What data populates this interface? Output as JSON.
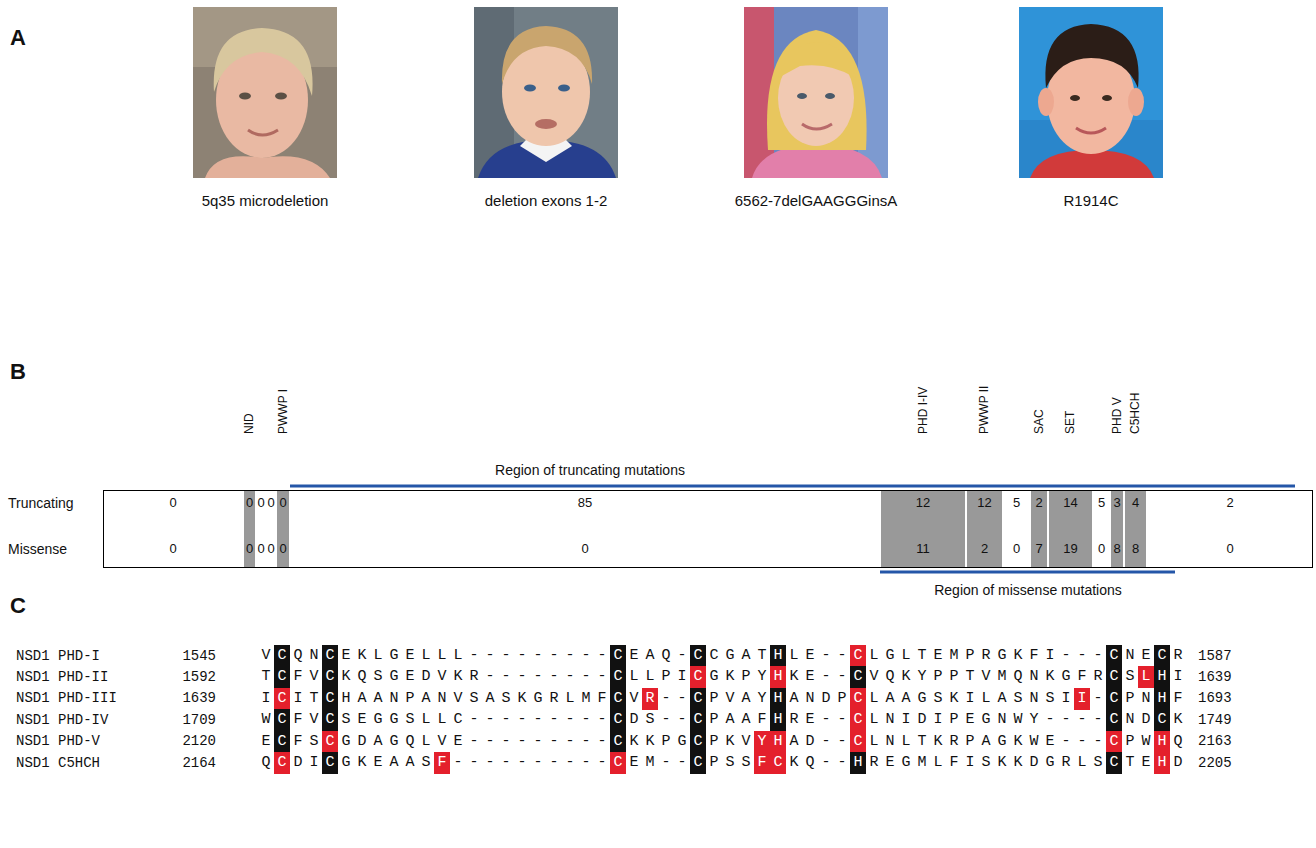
{
  "diagram": {
    "labels": [
      "A",
      "5q35 microdeletion",
      "deletion exons 1-2",
      "6562-7delGAAGGGinsA",
      "R1914C",
      "B",
      "NID",
      "PWWP I",
      "PHD I-IV",
      "PWWP II",
      "SAC",
      "SET",
      "PHD V",
      "C5HCH",
      "Region of truncating mutations",
      "Truncating",
      "0",
      "0",
      "0",
      "0",
      "0",
      "85",
      "12",
      "12",
      "5",
      "2",
      "14",
      "5",
      "3",
      "4",
      "2",
      "Missense",
      "0",
      "0",
      "0",
      "0",
      "0",
      "0",
      "11",
      "2",
      "0",
      "7",
      "19",
      "0",
      "8",
      "8",
      "0",
      "Region of missense mutations",
      "C",
      "NSD1 PHD-I",
      "1545",
      "VCQNCEKLGELLL---------CEAQ-CCGATHLE--CLGLTEMPRGKFI---CNECR",
      "1587",
      "NSD1 PHD-II",
      "1592",
      "TCFVCKQSGEDVKR--------CLLPICGKPYHKE--CVQKYPPTVMQNKGFRCSLHI",
      "1639",
      "NSD1 PHD-III",
      "1639",
      "ICITCHAANPANVSASKGRLMFCVR--CPVAYHANDPCLAAGSKILASNSII-CPNHF",
      "1693",
      "NSD1 PHD-IV",
      "1709",
      "WCFVCSEGGSLLC---------CDS--CPAAFHRE--CLNIDIPEGNWY----CNDCK",
      "1749",
      "NSD1 PHD-V",
      "2120",
      "ECFSCGDAGQLVE---------CKKPGCPKVYHAD--CLNLTKRPAGKWE---CPWHQ",
      "2163",
      "NSD1 C5HCH",
      "2164",
      "QCDICGKEAASF----------CEM--CPSSFCKQ--HREGMLFISKKDGRLSCTEHD",
      "2205"
    ]
  }
}
